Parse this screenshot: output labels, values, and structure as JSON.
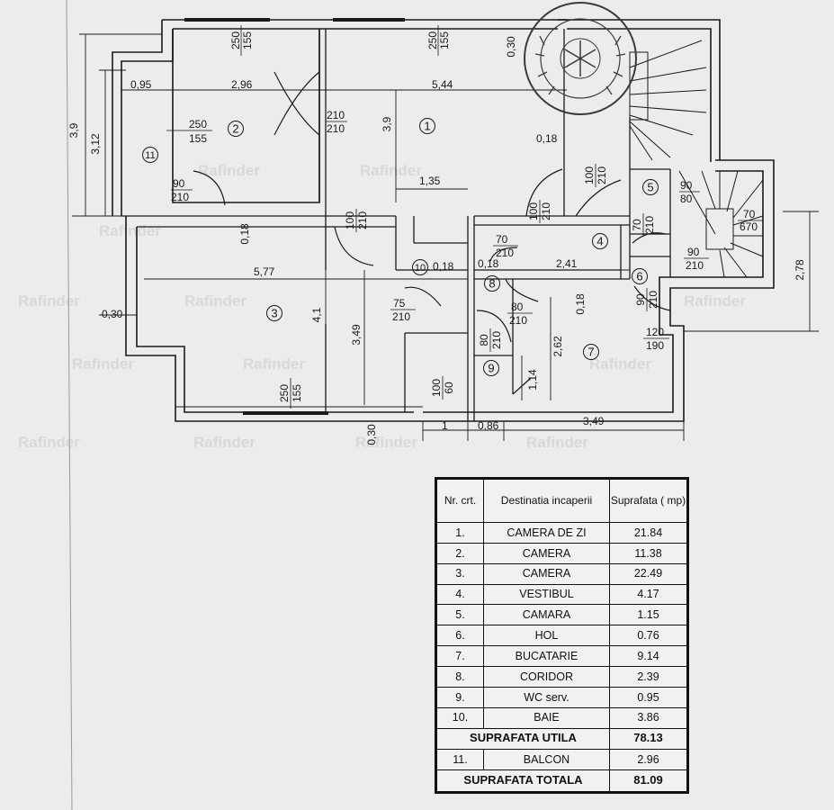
{
  "plan": {
    "dimensions": {
      "d_3_9_left": "3,9",
      "d_3_12": "3,12",
      "d_0_95": "0,95",
      "d_2_96": "2,96",
      "d_5_44": "5,44",
      "d_0_30_top": "0,30",
      "d_3_9_mid": "3,9",
      "d_0_18_a": "0,18",
      "d_1_35": "1,35",
      "d_0_18_b": "0,18",
      "d_5_77": "5,77",
      "d_4_1": "4,1",
      "d_3_49_v": "3,49",
      "d_0_30_left": "0,30",
      "d_0_18_c": "0,18",
      "d_0_18_d": "0,18",
      "d_2_41": "2,41",
      "d_0_18_e": "0,18",
      "d_2_62": "2,62",
      "d_1_14": "1,14",
      "d_2_78": "2,78",
      "d_0_30_bottom": "0,30",
      "d_1": "1",
      "d_0_86": "0,86",
      "d_3_49_h": "3,49"
    },
    "doors": {
      "w250_155_a_top": "250",
      "w250_155_a_bot": "155",
      "w250_155_b_top": "250",
      "w250_155_b_bot": "155",
      "d210_210_top": "210",
      "d210_210_bot": "210",
      "d250_155_room2_top": "250",
      "d250_155_room2_bot": "155",
      "d90_210_room11_top": "90",
      "d90_210_room11_bot": "210",
      "d100_210_a_top": "100",
      "d100_210_a_bot": "210",
      "d100_210_b_top": "100",
      "d100_210_b_bot": "210",
      "d100_210_c_top": "100",
      "d100_210_c_bot": "210",
      "d70_210_a_top": "70",
      "d70_210_a_bot": "210",
      "d70_210_b_top": "70",
      "d70_210_b_bot": "210",
      "d90_80_top": "90",
      "d90_80_bot": "80",
      "d70_670_top": "70",
      "d70_670_bot": "670",
      "d90_210_a_top": "90",
      "d90_210_a_bot": "210",
      "d90_210_b_top": "90",
      "d90_210_b_bot": "210",
      "d75_210_top": "75",
      "d75_210_bot": "210",
      "d80_210_a_top": "80",
      "d80_210_a_bot": "210",
      "d80_210_b_top": "80",
      "d80_210_b_bot": "210",
      "d120_190_top": "120",
      "d120_190_bot": "190",
      "w250_155_c_top": "250",
      "w250_155_c_bot": "155",
      "d100_60_top": "100",
      "d100_60_bot": "60"
    },
    "rooms": {
      "r1": "1",
      "r2": "2",
      "r3": "3",
      "r4": "4",
      "r5": "5",
      "r6": "6",
      "r7": "7",
      "r8": "8",
      "r9": "9",
      "r10": "10",
      "r11": "11"
    },
    "watermark_text": "Rafinder"
  },
  "table": {
    "header": {
      "nr": "Nr. crt.",
      "destinatia": "Destinatia incaperii",
      "suprafata": "Suprafata ( mp)"
    },
    "rows": [
      {
        "nr": "1.",
        "name": "CAMERA DE ZI",
        "area": "21.84"
      },
      {
        "nr": "2.",
        "name": "CAMERA",
        "area": "11.38"
      },
      {
        "nr": "3.",
        "name": "CAMERA",
        "area": "22.49"
      },
      {
        "nr": "4.",
        "name": "VESTIBUL",
        "area": "4.17"
      },
      {
        "nr": "5.",
        "name": "CAMARA",
        "area": "1.15"
      },
      {
        "nr": "6.",
        "name": "HOL",
        "area": "0.76"
      },
      {
        "nr": "7.",
        "name": "BUCATARIE",
        "area": "9.14"
      },
      {
        "nr": "8.",
        "name": "CORIDOR",
        "area": "2.39"
      },
      {
        "nr": "9.",
        "name": "WC serv.",
        "area": "0.95"
      },
      {
        "nr": "10.",
        "name": "BAIE",
        "area": "3.86"
      }
    ],
    "utila": {
      "label": "SUPRAFATA UTILA",
      "area": "78.13"
    },
    "balcon": {
      "nr": "11.",
      "name": "BALCON",
      "area": "2.96"
    },
    "totala": {
      "label": "SUPRAFATA TOTALA",
      "area": "81.09"
    }
  },
  "colors": {
    "paper": "#ecebee",
    "ink": "#1a1a1a",
    "stamp": "#3a3a40"
  }
}
